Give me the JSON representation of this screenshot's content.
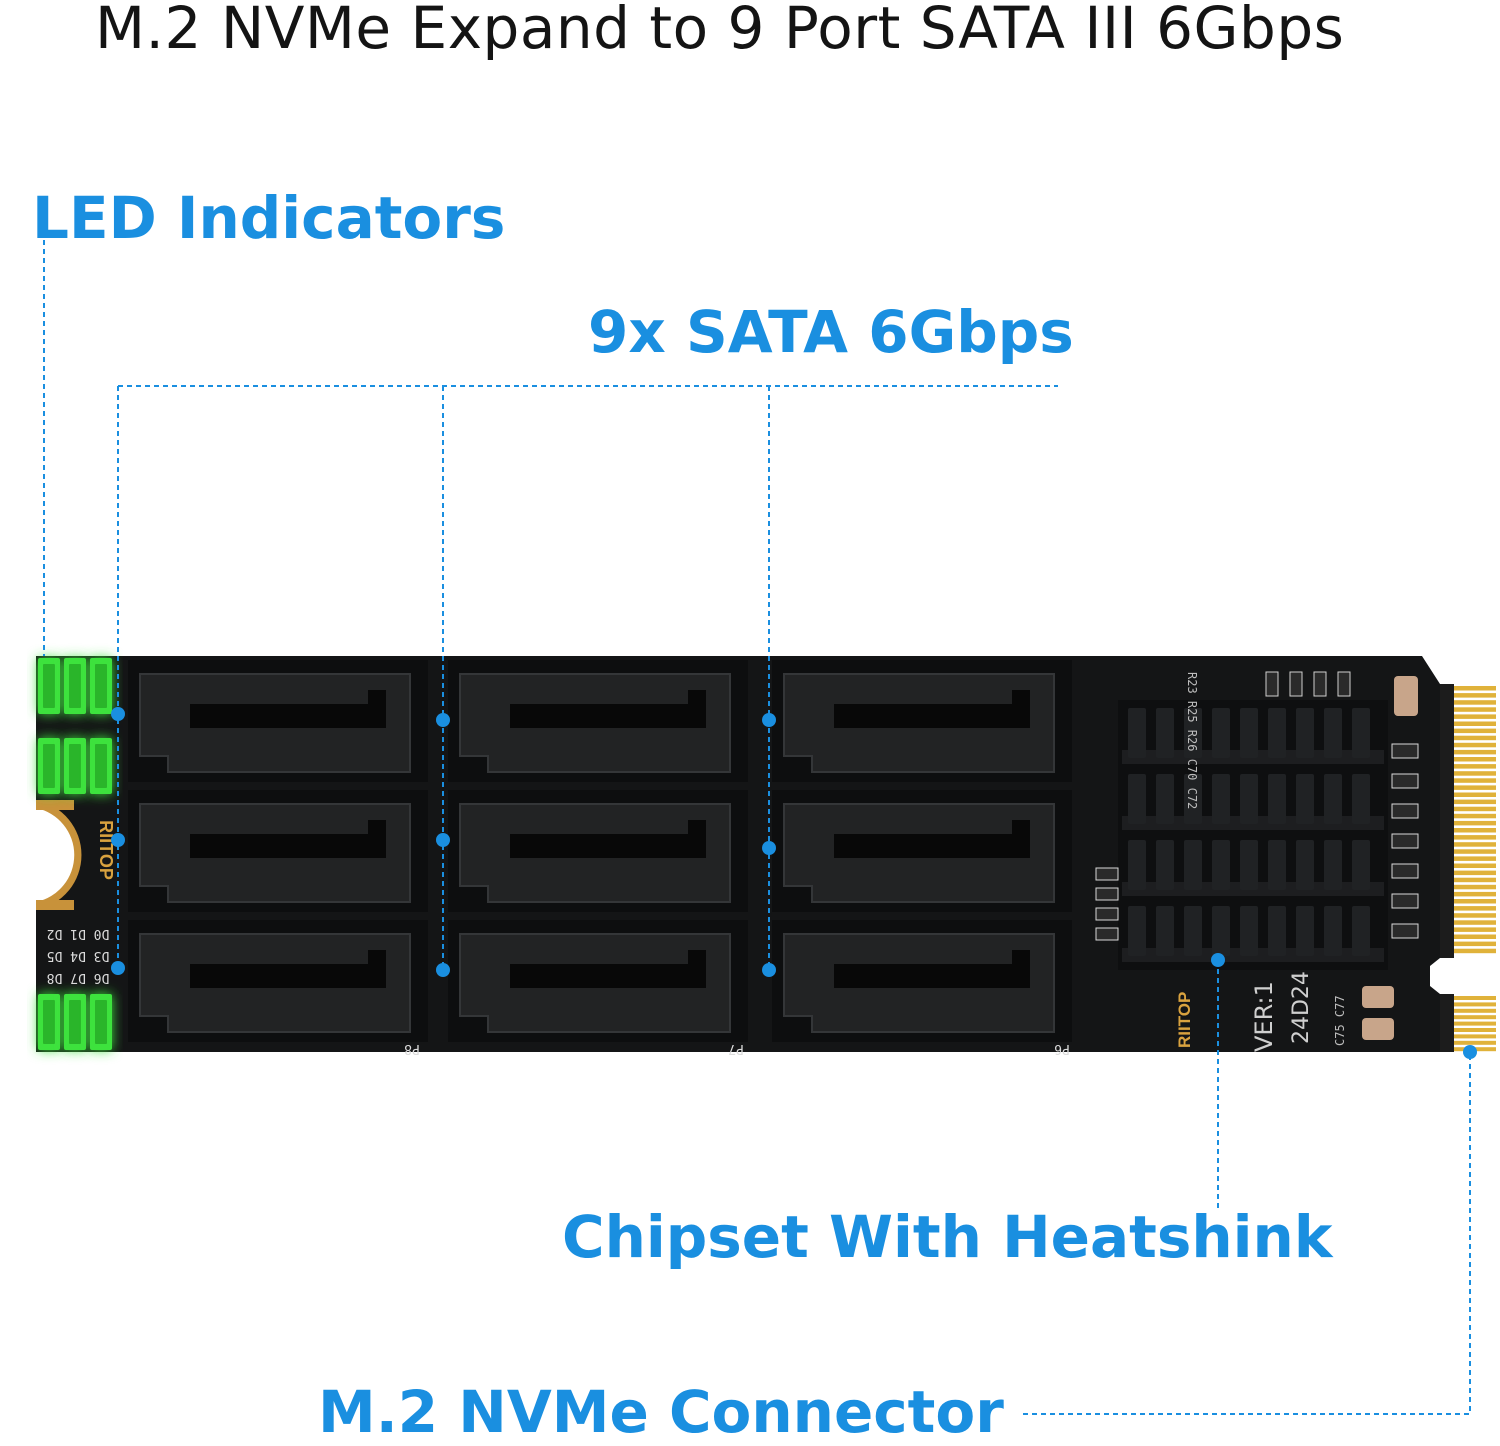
{
  "title": "M.2 NVMe Expand to 9 Port SATA III 6Gbps",
  "accent_color": "#1a8fe0",
  "callouts": {
    "led": "LED Indicators",
    "sata": "9x SATA 6Gbps",
    "chipset": "Chipset With Heatshink",
    "connector": "M.2 NVMe Connector"
  },
  "board": {
    "brand": "RIITOP",
    "led_labels": [
      "D0 D1 D2",
      "D3 D4 D5",
      "D6 D7 D8"
    ],
    "port_labels": [
      "P8",
      "P7",
      "P6"
    ],
    "version": "VER:1",
    "date_code": "24D24",
    "silkscreen_top": "R23 R25 R26 C70 C72",
    "silkscreen_bottom": "C75 C77"
  },
  "colors": {
    "pcb": "#141516",
    "port": "#222324",
    "led_green": "#3ce23c",
    "gold": "#e0b23a"
  }
}
